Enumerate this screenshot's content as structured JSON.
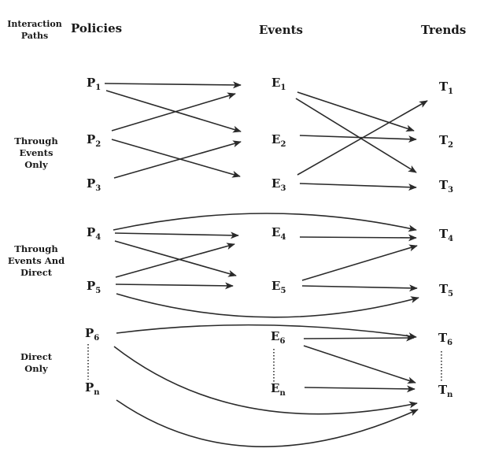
{
  "headers": {
    "interaction_paths": [
      "Interaction",
      "Paths"
    ],
    "policies": "Policies",
    "events": "Events",
    "trends": "Trends"
  },
  "sections": {
    "through_events_only": [
      "Through",
      "Events",
      "Only"
    ],
    "through_events_and_direct": [
      "Through",
      "Events And",
      "Direct"
    ],
    "direct_only": [
      "Direct",
      "Only"
    ]
  },
  "nodes": {
    "P1": {
      "base": "P",
      "sub": "1"
    },
    "P2": {
      "base": "P",
      "sub": "2"
    },
    "P3": {
      "base": "P",
      "sub": "3"
    },
    "P4": {
      "base": "P",
      "sub": "4"
    },
    "P5": {
      "base": "P",
      "sub": "5"
    },
    "P6": {
      "base": "P",
      "sub": "6"
    },
    "Pn": {
      "base": "P",
      "sub": "n"
    },
    "E1": {
      "base": "E",
      "sub": "1"
    },
    "E2": {
      "base": "E",
      "sub": "2"
    },
    "E3": {
      "base": "E",
      "sub": "3"
    },
    "E4": {
      "base": "E",
      "sub": "4"
    },
    "E5": {
      "base": "E",
      "sub": "5"
    },
    "E6": {
      "base": "E",
      "sub": "6"
    },
    "En": {
      "base": "E",
      "sub": "n"
    },
    "T1": {
      "base": "T",
      "sub": "1"
    },
    "T2": {
      "base": "T",
      "sub": "2"
    },
    "T3": {
      "base": "T",
      "sub": "3"
    },
    "T4": {
      "base": "T",
      "sub": "4"
    },
    "T5": {
      "base": "T",
      "sub": "5"
    },
    "T6": {
      "base": "T",
      "sub": "6"
    },
    "Tn": {
      "base": "T",
      "sub": "n"
    }
  },
  "edges": [
    {
      "from": "P1",
      "to": "E1"
    },
    {
      "from": "P1",
      "to": "E2"
    },
    {
      "from": "P2",
      "to": "E1"
    },
    {
      "from": "P2",
      "to": "E3"
    },
    {
      "from": "P3",
      "to": "E2"
    },
    {
      "from": "E1",
      "to": "T2"
    },
    {
      "from": "E1",
      "to": "T3"
    },
    {
      "from": "E2",
      "to": "T2"
    },
    {
      "from": "E3",
      "to": "T1"
    },
    {
      "from": "E3",
      "to": "T3"
    },
    {
      "from": "P4",
      "to": "E4"
    },
    {
      "from": "P4",
      "to": "E5"
    },
    {
      "from": "P4",
      "to": "T4"
    },
    {
      "from": "P5",
      "to": "E4"
    },
    {
      "from": "P5",
      "to": "E5"
    },
    {
      "from": "P5",
      "to": "T5"
    },
    {
      "from": "E4",
      "to": "T4"
    },
    {
      "from": "E5",
      "to": "T4"
    },
    {
      "from": "E5",
      "to": "T5"
    },
    {
      "from": "P6",
      "to": "T6"
    },
    {
      "from": "P6",
      "to": "Tn"
    },
    {
      "from": "Pn",
      "to": "Tn"
    },
    {
      "from": "E6",
      "to": "T6"
    },
    {
      "from": "E6",
      "to": "Tn"
    },
    {
      "from": "En",
      "to": "Tn"
    }
  ]
}
